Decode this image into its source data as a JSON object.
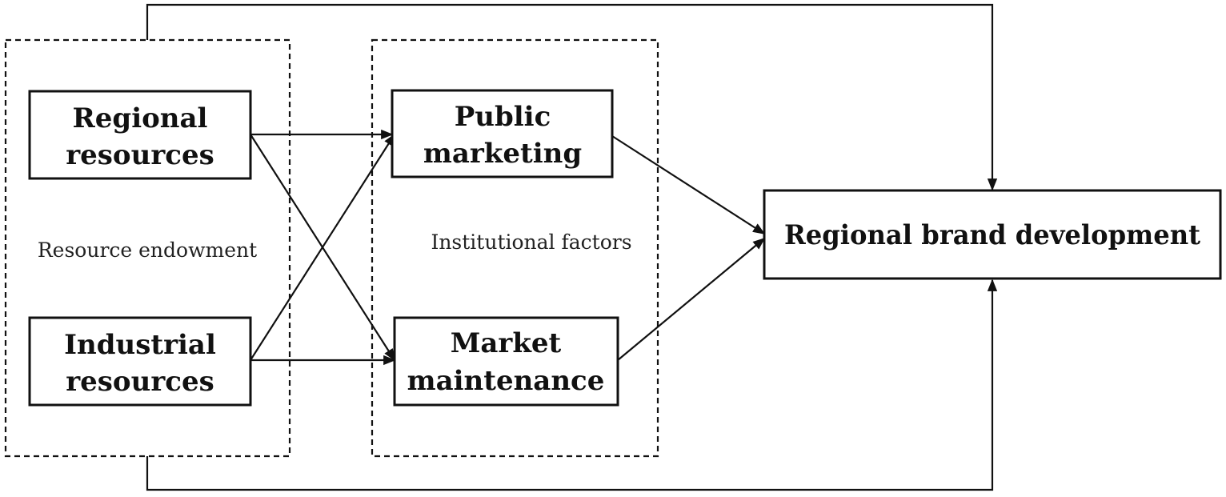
{
  "nodes": {
    "regional_resources": {
      "line1": "Regional",
      "line2": "resources"
    },
    "industrial_resources": {
      "line1": "Industrial",
      "line2": "resources"
    },
    "public_marketing": {
      "line1": "Public",
      "line2": "marketing"
    },
    "market_maintenance": {
      "line1": "Market",
      "line2": "maintenance"
    },
    "regional_brand_development": {
      "label": "Regional brand development"
    }
  },
  "groups": {
    "resource_endowment": {
      "label": "Resource endowment"
    },
    "institutional_factors": {
      "label": "Institutional factors"
    }
  },
  "edges": [
    {
      "from": "regional_resources",
      "to": "public_marketing"
    },
    {
      "from": "regional_resources",
      "to": "market_maintenance"
    },
    {
      "from": "industrial_resources",
      "to": "public_marketing"
    },
    {
      "from": "industrial_resources",
      "to": "market_maintenance"
    },
    {
      "from": "public_marketing",
      "to": "regional_brand_development"
    },
    {
      "from": "market_maintenance",
      "to": "regional_brand_development"
    },
    {
      "from": "resource_endowment",
      "to": "regional_brand_development",
      "route": "top"
    },
    {
      "from": "resource_endowment",
      "to": "regional_brand_development",
      "route": "bottom"
    }
  ],
  "colors": {
    "stroke": "#111111",
    "background": "#ffffff"
  }
}
